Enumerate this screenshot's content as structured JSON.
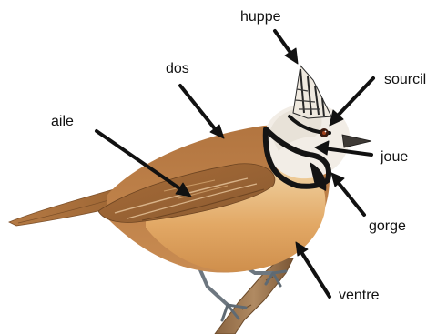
{
  "labels": {
    "huppe": "huppe",
    "dos": "dos",
    "sourcil": "sourcil",
    "aile": "aile",
    "joue": "joue",
    "gorge": "gorge",
    "ventre": "ventre"
  }
}
